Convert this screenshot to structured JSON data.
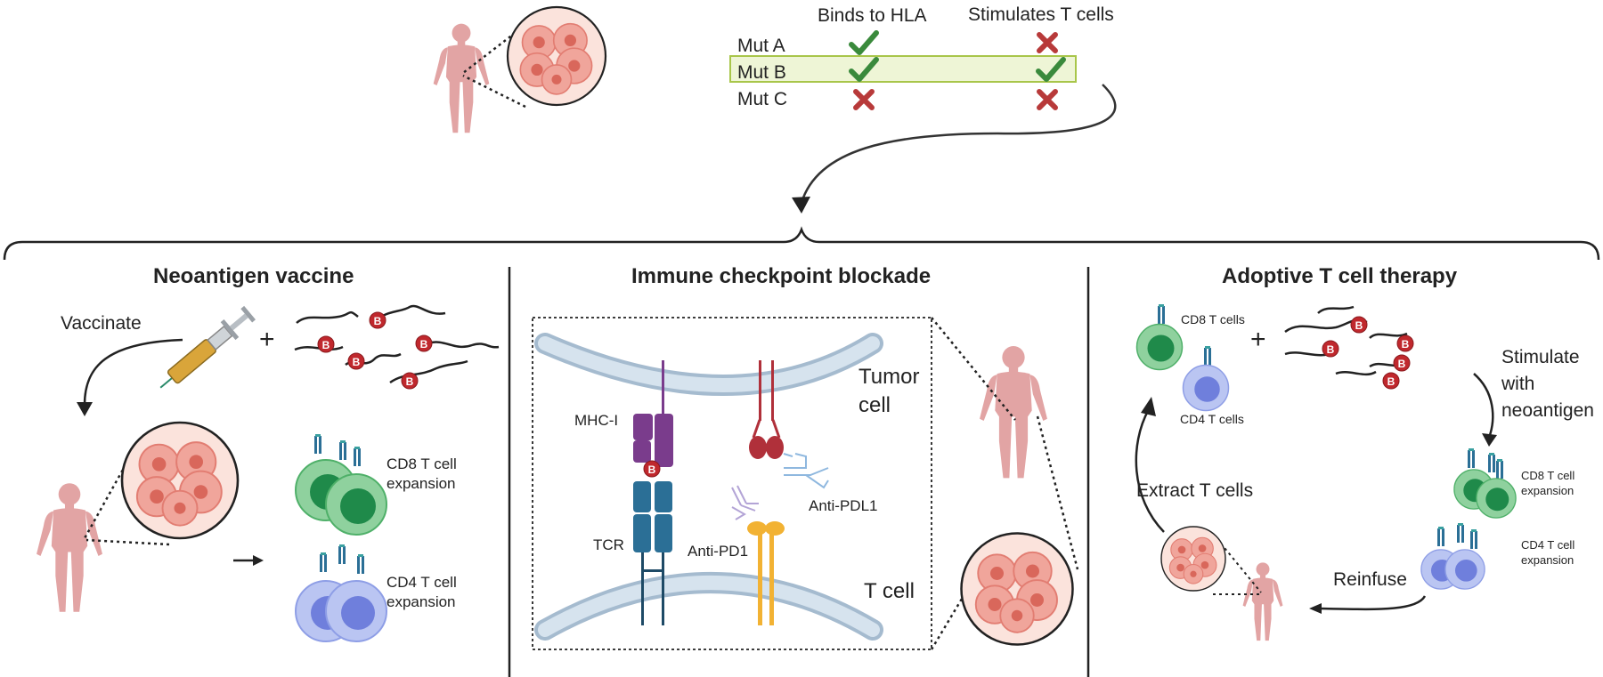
{
  "table": {
    "headers": [
      "Binds to HLA",
      "Stimulates T cells"
    ],
    "rows": [
      {
        "label": "Mut A",
        "binds": "yes",
        "stimulates": "no"
      },
      {
        "label": "Mut B",
        "binds": "yes",
        "stimulates": "yes"
      },
      {
        "label": "Mut C",
        "binds": "no",
        "stimulates": "no"
      }
    ]
  },
  "sections": {
    "vaccine": {
      "title": "Neoantigen vaccine",
      "vaccinate": "Vaccinate",
      "plus": "+",
      "cd8": "CD8 T cell\nexpansion",
      "cd4": "CD4 T cell\nexpansion",
      "peptide_letter": "B"
    },
    "checkpoint": {
      "title": "Immune checkpoint blockade",
      "tumor_cell": "Tumor\ncell",
      "t_cell": "T cell",
      "mhc": "MHC-I",
      "tcr": "TCR",
      "anti_pd1": "Anti-PD1",
      "anti_pdl1": "Anti-PDL1"
    },
    "adoptive": {
      "title": "Adoptive T cell therapy",
      "cd8_cells": "CD8 T cells",
      "cd4_cells": "CD4 T cells",
      "plus": "+",
      "stimulate": "Stimulate\nwith\nneoantigen",
      "cd8_exp": "CD8 T cell\nexpansion",
      "cd4_exp": "CD4 T cell\nexpansion",
      "extract": "Extract T cells",
      "reinfuse": "Reinfuse"
    }
  },
  "colors": {
    "check": "#3a8a3c",
    "cross": "#b83a3a",
    "highlight_fill": "#eef5d6",
    "highlight_border": "#a8c64a",
    "body": "#e2a4a4",
    "tumor": "#f0a59b",
    "cd8": "#4fb069",
    "cd4": "#8e9ee6",
    "membrane": "#c6d7e6",
    "mhc": "#7a3c8c",
    "tcr": "#2b6f96",
    "pd1": "#f2b233",
    "pdl1": "#b0303a",
    "peptide": "#c0282d"
  },
  "icons": [
    "human-body-icon",
    "tumor-cells-icon",
    "check-icon",
    "cross-icon",
    "syringe-icon",
    "peptide-chain-icon",
    "t-cell-icon",
    "antibody-icon",
    "membrane-icon"
  ]
}
